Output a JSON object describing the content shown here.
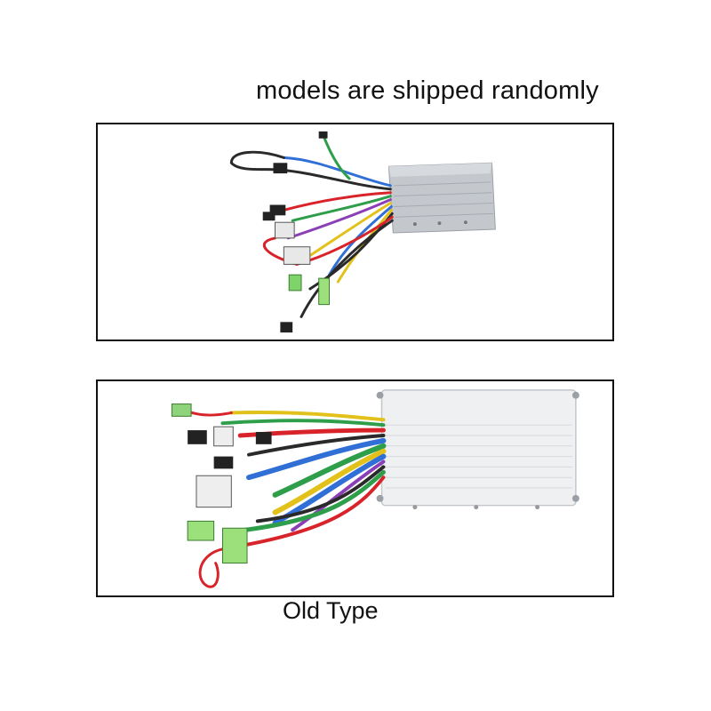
{
  "captions": {
    "top": "models are shipped randomly",
    "bottom": "Old Type"
  },
  "photos": {
    "top": {
      "subject": "brushless-motor-controller-new-type",
      "wire_colors": [
        "#2a2a2a",
        "#d8232a",
        "#2f6fd6",
        "#2e9e4a",
        "#e2c21a",
        "#8b3fb6",
        "#f08a24"
      ],
      "housing_color": "#b9bec4"
    },
    "bottom": {
      "subject": "brushless-motor-controller-old-type",
      "wire_colors": [
        "#2a2a2a",
        "#d8232a",
        "#2f6fd6",
        "#2e9e4a",
        "#e2c21a",
        "#8b3fb6",
        "#f08a24"
      ],
      "housing_color": "#eef0f2"
    }
  }
}
